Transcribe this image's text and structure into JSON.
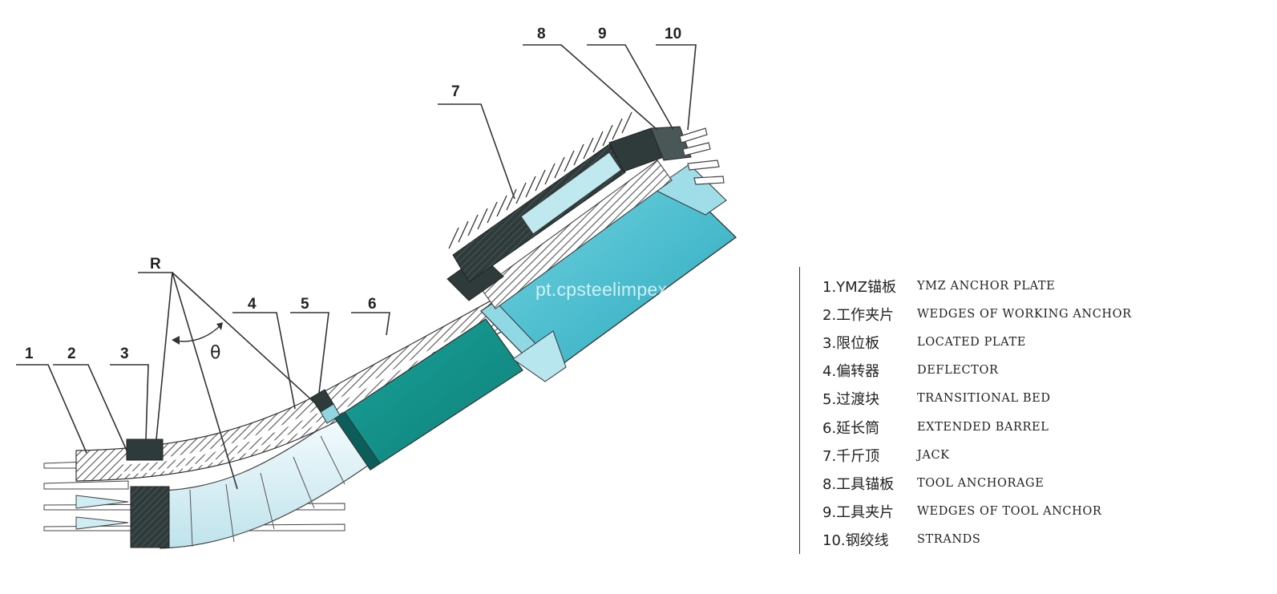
{
  "diagram": {
    "callouts": [
      "1",
      "2",
      "3",
      "4",
      "5",
      "6",
      "7",
      "8",
      "9",
      "10"
    ],
    "radius_label": "R",
    "angle_label": "θ",
    "colors": {
      "barrel": "#1a9a92",
      "jack": "#5cc6d6",
      "deflector": "#d6eef4",
      "plate": "#2f3b3b",
      "hatch": "#555555"
    }
  },
  "watermark": "pt.cpsteelimpex.com",
  "legend": [
    {
      "cn": "1.YMZ锚板",
      "en": "YMZ ANCHOR PLATE"
    },
    {
      "cn": "2.工作夹片",
      "en": "WEDGES OF WORKING ANCHOR"
    },
    {
      "cn": "3.限位板",
      "en": "LOCATED PLATE"
    },
    {
      "cn": "4.偏转器",
      "en": "DEFLECTOR"
    },
    {
      "cn": "5.过渡块",
      "en": "TRANSITIONAL BED"
    },
    {
      "cn": "6.延长筒",
      "en": "EXTENDED BARREL"
    },
    {
      "cn": "7.千斤顶",
      "en": "JACK"
    },
    {
      "cn": "8.工具锚板",
      "en": "TOOL ANCHORAGE"
    },
    {
      "cn": "9.工具夹片",
      "en": "WEDGES OF TOOL ANCHOR"
    },
    {
      "cn": "10.钢绞线",
      "en": "STRANDS"
    }
  ]
}
